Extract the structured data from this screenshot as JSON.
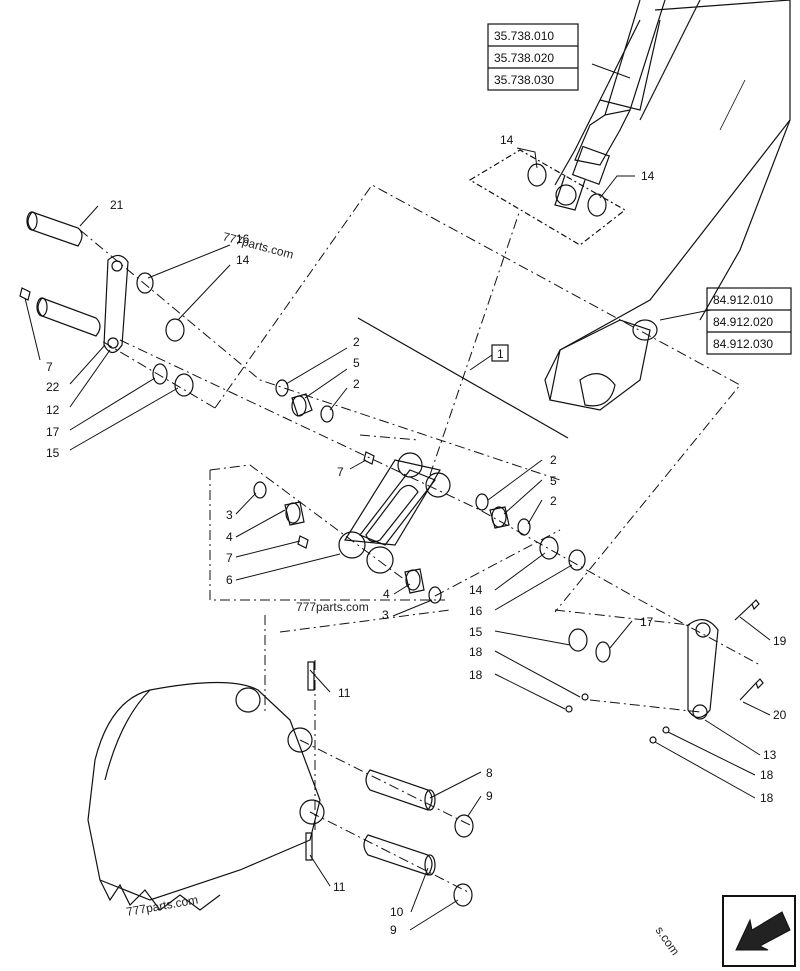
{
  "references": {
    "cylinder": [
      "35.738.010",
      "35.738.020",
      "35.738.030"
    ],
    "arm": [
      "84.912.010",
      "84.912.020",
      "84.912.030"
    ]
  },
  "group_tag": "1",
  "callouts": {
    "c21": "21",
    "c16a": "16",
    "c14a": "14",
    "c7a": "7",
    "c22": "22",
    "c12": "12",
    "c17a": "17",
    "c15a": "15",
    "c14top1": "14",
    "c14top2": "14",
    "c2a": "2",
    "c5a": "5",
    "c2b": "2",
    "c7b": "7",
    "c3a": "3",
    "c4a": "4",
    "c7c": "7",
    "c6": "6",
    "c4b": "4",
    "c3b": "3",
    "c2c": "2",
    "c5b": "5",
    "c2d": "2",
    "c14b": "14",
    "c16b": "16",
    "c15b": "15",
    "c17b": "17",
    "c18a": "18",
    "c18b": "18",
    "c19": "19",
    "c20": "20",
    "c13": "13",
    "c18c": "18",
    "c18d": "18",
    "c11a": "11",
    "c8": "8",
    "c9a": "9",
    "c11b": "11",
    "c10": "10",
    "c9b": "9"
  },
  "watermarks": [
    "777parts.com",
    "777parts.com",
    "777parts.com",
    "s.com"
  ]
}
